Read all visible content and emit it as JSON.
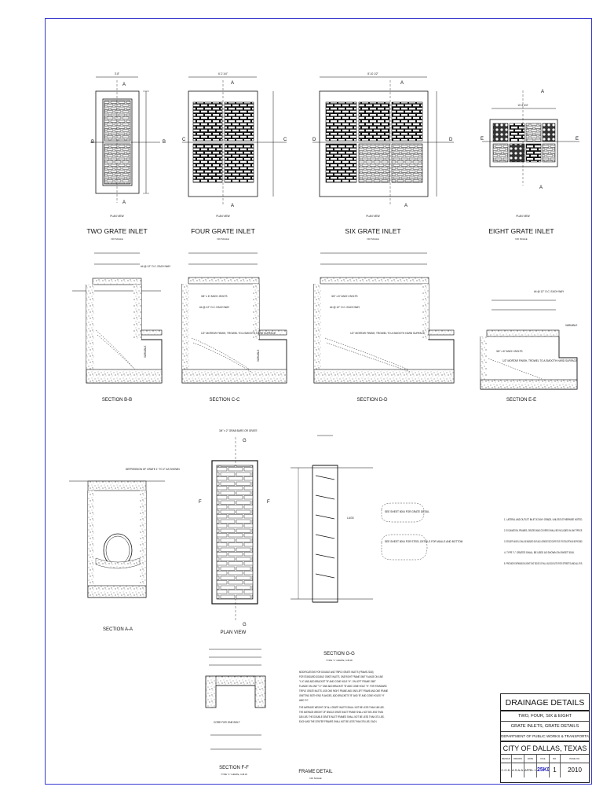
{
  "views": {
    "two_inlet": {
      "plan_label": "PLAN VIEW",
      "title": "TWO GRATE INLET",
      "scale": "NO SCALE",
      "section_letter": "B",
      "width_dim": "3'-8\""
    },
    "four_inlet": {
      "plan_label": "PLAN VIEW",
      "title": "FOUR GRATE INLET",
      "scale": "NO SCALE",
      "section_letter": "C",
      "width_dim": "6'-2 1/4\""
    },
    "six_inlet": {
      "plan_label": "PLAN VIEW",
      "title": "SIX GRATE INLET",
      "scale": "NO SCALE",
      "section_letter": "D",
      "width_dim": "8'-10 1/2\""
    },
    "eight_inlet": {
      "plan_label": "PLAN VIEW",
      "title": "EIGHT GRATE INLET",
      "scale": "NO SCALE",
      "section_letter": "E",
      "width_dim": "10'-6 3/4\""
    },
    "section_letter_a": "A"
  },
  "sections": {
    "bb": "SECTION B-B",
    "cc": "SECTION C-C",
    "dd": "SECTION D-D",
    "ee": "SECTION E-E",
    "aa": "SECTION A-A",
    "gg": "SECTION G-G",
    "gg_sub": "TYPE \"L\" GRATE, N.B.W",
    "ff": "SECTION F-F",
    "ff_sub": "TYPE \"L\" GRATE, N.B.W",
    "plan_view": "PLAN VIEW",
    "frame_detail": "FRAME DETAIL",
    "frame_scale": "NO SCALE",
    "g_letter": "G",
    "f_letter": "F"
  },
  "annotations": {
    "anchor_bolts": "3/4\" x 6\" ANCH. BOLTS",
    "rebar": "#4 @ 12\" O.C. EACH WAY",
    "trowel_note": "1/2\" MORTAR FINISH, TROWEL TO A SMOOTH HARD SURFACE",
    "variable": "VARIABLE",
    "depression": "DEPRESSION OF GRATE 1\" TO 2\" AS SHOWN",
    "bar_grating": "3/4\" x 2\" GRAB BARS OR GRATE",
    "see_sheet_1": "SEE SHEET 5004 FOR GRATE DETAIL",
    "see_sheet_2": "SEE SHEET 5004 FOR STEEL DETAILS FOR WALLS AND BOTTOM",
    "lugs": "LUGS",
    "core_note": "CORE FOR ONE BOLT"
  },
  "notes": [
    "1. LATERAL AND OUTLET INLET AT ANY GRADE, UNLESS OTHERWISE NOTED.",
    "2. EXCAVATION, FRAMES, GRATES AND COVERS SHALL BE INCLUDED IN UNIT PRICE.",
    "3. EXTRA DEPTH AND FILLS SHALL BE MEASURED ON PLANS. A SEPARATE SECTION PER FOOT OF EXTRA DEPTH MAY BE PROVIDED.",
    "4. TYPE \"L\" GRATES SHALL BE USED AS SHOWN ON SHEET 5016.",
    "5. PROVIDE EXPANSION JOINTS AT EDGE OF ALL BLOCKOUTS FOR STREETS AND ALLEYS."
  ],
  "frame_notes": [
    "MODIFICATIONS FOR DOUBLE AND TRIPLE GRATE INLETS (FRAME 2D18)",
    "FOR STANDARD DOUBLE GRATE INLETS, ONE RIGHT FRAME OMIT FLANGE ON LINE",
    "\"X-X\" AND ADD BRACKET \"B\" AND CONE HOLE \"H\". ON LEFT FRAME OMIT",
    "FLANGE ON LINE \"Y-Y\" AND ADD BRACKET \"B\" AND CONE HOLE \"H\". FOR STANDARD",
    "TRIPLE GRATE INLETS, USE ONE RIGHT FRAME AND ONE LEFT FRAME AND ONE FRAME",
    "OMITTING BOTH END FLANGES, ADD BRACKETS \"B\" AND \"B\" AND CONE HOLES \"H\"",
    "AND \"H\".",
    "THE AVERAGE WEIGHT OF ALL GRATE INLETS SHALL NOT BE LESS THAN 165 LBS.",
    "THE AVERAGE WEIGHT OF SINGLE GRATE INLET FRAME SHALL NOT BE LESS THAN",
    "185 LBS. THE DOUBLE GRATE INLET FRAMES SHALL NOT BE LESS THAN 371 LBS.",
    "EACH AND THE CENTER FRAMES SHALL NOT BE LESS THAN 376 LBS. EACH."
  ],
  "title_block": {
    "title": "DRAINAGE DETAILS",
    "subtitle1": "TWO, FOUR, SIX & EIGHT",
    "subtitle2": "GRATE INLETS, GRATE DETAILS",
    "department": "DEPARTMENT OF PUBLIC WORKS & TRANSPORTATION",
    "city": "CITY OF DALLAS, TEXAS",
    "headers": [
      "DESIGN",
      "DRAWN",
      "DATE",
      "FILE",
      "NO.",
      "PAGE NO."
    ],
    "values": [
      "C.O.D.",
      "A.S.A.A.",
      "APRIL 1997",
      "25KD",
      "1",
      "2010"
    ]
  },
  "colors": {
    "border": "#3a3ad0",
    "line": "#111111",
    "accent": "#1a1ab8"
  }
}
